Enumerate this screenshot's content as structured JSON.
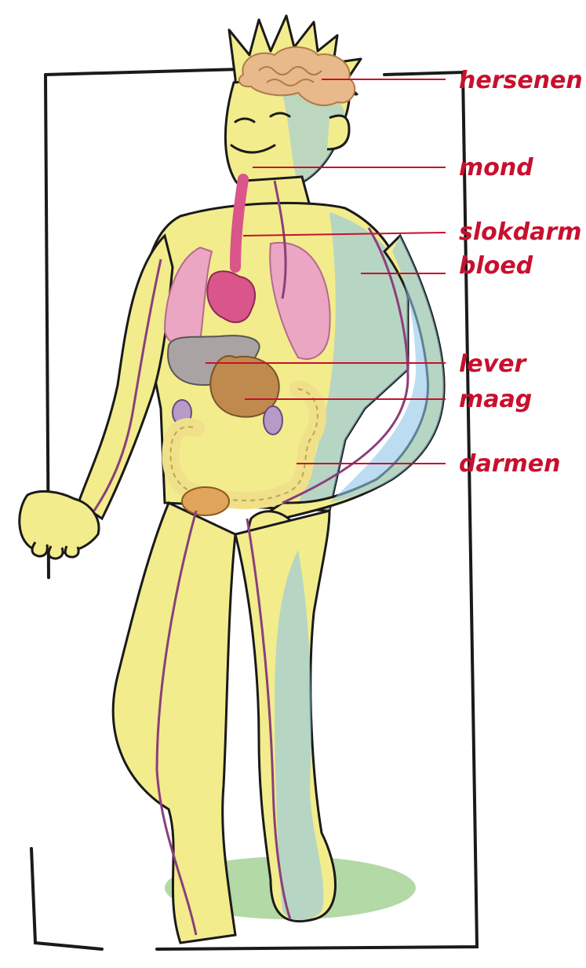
{
  "labels": [
    {
      "id": "hersenen",
      "text": "hersenen"
    },
    {
      "id": "mond",
      "text": "mond"
    },
    {
      "id": "slokdarm",
      "text": "slokdarm"
    },
    {
      "id": "bloed",
      "text": "bloed"
    },
    {
      "id": "lever",
      "text": "lever"
    },
    {
      "id": "maag",
      "text": "maag"
    },
    {
      "id": "darmen",
      "text": "darmen"
    }
  ],
  "colors": {
    "label": "#c8102e",
    "skin_yellow": "#f2ec8c",
    "skin_blue": "#8fc6e8",
    "brain": "#e8b98a",
    "lung": "#eaa6c2",
    "heart": "#d9558a",
    "liver": "#a9a3a3",
    "stomach": "#c08a4e",
    "intestine": "#f0e08a",
    "bladder": "#e0a45a",
    "vessel": "#8a3f7a",
    "outline": "#1a1a1a"
  }
}
